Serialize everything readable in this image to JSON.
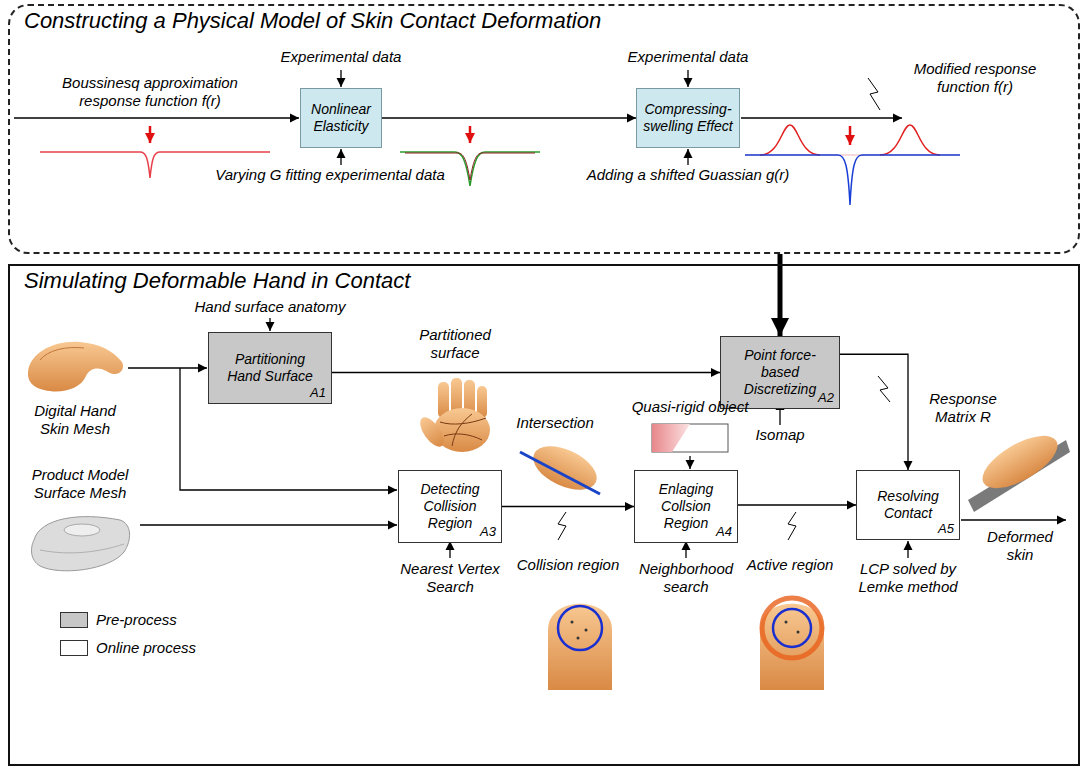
{
  "diagram": {
    "nodes": [
      {
        "text": [
          "Constructing a Physical Model of Skin Contact Deformation"
        ]
      },
      {
        "text": [
          "Nonlinear Elasticity"
        ],
        "in": 0
      },
      {
        "text": [
          "Compressing-swelling Effect"
        ],
        "in": 0
      },
      {
        "text": [
          "Simulating Deformable Hand in Contact"
        ]
      },
      {
        "text": [
          "Partitioning Hand Surface",
          "A1"
        ],
        "in": 3
      },
      {
        "text": [
          "Point force-based Discretizing",
          "A2"
        ],
        "in": 3
      },
      {
        "text": [
          "Detecting Collision Region",
          "A3"
        ],
        "in": 3
      },
      {
        "text": [
          "Enlaging Collsion Region",
          "A4"
        ],
        "in": 3
      },
      {
        "text": [
          "Resolving Contact",
          "A5"
        ],
        "in": 3
      }
    ],
    "edges": [
      {
        "from": 1,
        "to": 2,
        "arrow": "to"
      },
      {
        "from": 0,
        "to": 5,
        "arrow": "to"
      },
      {
        "from": 4,
        "to": 5,
        "label": "Partitioned surface",
        "arrow": "to"
      },
      {
        "from": 6,
        "to": 7,
        "label": "Collision region",
        "arrow": "to"
      },
      {
        "from": 7,
        "to": 8,
        "label": "Active region",
        "arrow": "to"
      },
      {
        "from": 5,
        "to": 8,
        "label": "Response Matrix R",
        "arrow": "to"
      }
    ],
    "labels": [
      "Experimental data",
      "Experimental data",
      "Boussinesq approximation response function f(r)",
      "Varying G fitting experimental data",
      "Adding a shifted Guassian g(r)",
      "Modified response function f(r)",
      "Hand surface anatomy",
      "Digital Hand Skin Mesh",
      "Product Model Surface Mesh",
      "Quasi-rigid object",
      "Intersection",
      "Isomap",
      "Nearest Vertex Search",
      "Neighborhood search",
      "LCP solved by Lemke method",
      "Deformed skin"
    ],
    "legend": [
      {
        "text": "Pre-process",
        "color": "#c8c8c8"
      },
      {
        "text": "Online process",
        "color": "#ffffff"
      }
    ]
  }
}
